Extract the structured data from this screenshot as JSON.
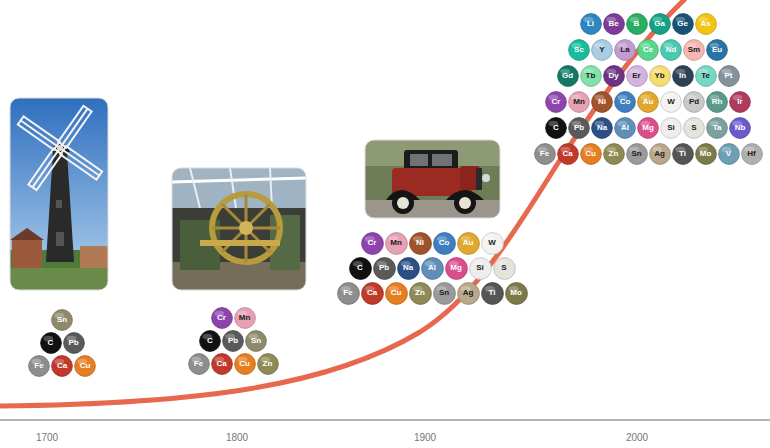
{
  "diagram": {
    "nodes": [
      {
        "text": [
          "Sn"
        ]
      },
      {
        "text": [
          "C"
        ]
      },
      {
        "text": [
          "Pb"
        ]
      },
      {
        "text": [
          "Fe"
        ]
      },
      {
        "text": [
          "Ca"
        ]
      },
      {
        "text": [
          "Cu"
        ]
      },
      {
        "text": [
          "Cr"
        ]
      },
      {
        "text": [
          "Mn"
        ]
      },
      {
        "text": [
          "C"
        ]
      },
      {
        "text": [
          "Pb"
        ]
      },
      {
        "text": [
          "Sn"
        ]
      },
      {
        "text": [
          "Fe"
        ]
      },
      {
        "text": [
          "Ca"
        ]
      },
      {
        "text": [
          "Cu"
        ]
      },
      {
        "text": [
          "Zn"
        ]
      },
      {
        "text": [
          "Cr"
        ]
      },
      {
        "text": [
          "Mn"
        ]
      },
      {
        "text": [
          "Ni"
        ]
      },
      {
        "text": [
          "Co"
        ]
      },
      {
        "text": [
          "Au"
        ]
      },
      {
        "text": [
          "W"
        ]
      },
      {
        "text": [
          "C"
        ]
      },
      {
        "text": [
          "Pb"
        ]
      },
      {
        "text": [
          "Na"
        ]
      },
      {
        "text": [
          "Al"
        ]
      },
      {
        "text": [
          "Mg"
        ]
      },
      {
        "text": [
          "Si"
        ]
      },
      {
        "text": [
          "S"
        ]
      },
      {
        "text": [
          "Fe"
        ]
      },
      {
        "text": [
          "Ca"
        ]
      },
      {
        "text": [
          "Cu"
        ]
      },
      {
        "text": [
          "Zn"
        ]
      },
      {
        "text": [
          "Sn"
        ]
      },
      {
        "text": [
          "Ag"
        ]
      },
      {
        "text": [
          "Ti"
        ]
      },
      {
        "text": [
          "Mo"
        ]
      },
      {
        "text": [
          "Li"
        ]
      },
      {
        "text": [
          "Be"
        ]
      },
      {
        "text": [
          "B"
        ]
      },
      {
        "text": [
          "Ga"
        ]
      },
      {
        "text": [
          "Ge"
        ]
      },
      {
        "text": [
          "As"
        ]
      },
      {
        "text": [
          "Sc"
        ]
      },
      {
        "text": [
          "Y"
        ]
      },
      {
        "text": [
          "La"
        ]
      },
      {
        "text": [
          "Ce"
        ]
      },
      {
        "text": [
          "Nd"
        ]
      },
      {
        "text": [
          "Sm"
        ]
      },
      {
        "text": [
          "Eu"
        ]
      },
      {
        "text": [
          "Gd"
        ]
      },
      {
        "text": [
          "Tb"
        ]
      },
      {
        "text": [
          "Dy"
        ]
      },
      {
        "text": [
          "Er"
        ]
      },
      {
        "text": [
          "Yb"
        ]
      },
      {
        "text": [
          "In"
        ]
      },
      {
        "text": [
          "Te"
        ]
      },
      {
        "text": [
          "Pt"
        ]
      },
      {
        "text": [
          "Cr"
        ]
      },
      {
        "text": [
          "Mn"
        ]
      },
      {
        "text": [
          "Ni"
        ]
      },
      {
        "text": [
          "Co"
        ]
      },
      {
        "text": [
          "Au"
        ]
      },
      {
        "text": [
          "W"
        ]
      },
      {
        "text": [
          "Pd"
        ]
      },
      {
        "text": [
          "Rh"
        ]
      },
      {
        "text": [
          "Ir"
        ]
      },
      {
        "text": [
          "C"
        ]
      },
      {
        "text": [
          "Pb"
        ]
      },
      {
        "text": [
          "Na"
        ]
      },
      {
        "text": [
          "Al"
        ]
      },
      {
        "text": [
          "Mg"
        ]
      },
      {
        "text": [
          "Si"
        ]
      },
      {
        "text": [
          "S"
        ]
      },
      {
        "text": [
          "Ta"
        ]
      },
      {
        "text": [
          "Nb"
        ]
      },
      {
        "text": [
          "Fe"
        ]
      },
      {
        "text": [
          "Ca"
        ]
      },
      {
        "text": [
          "Cu"
        ]
      },
      {
        "text": [
          "Zn"
        ]
      },
      {
        "text": [
          "Sn"
        ]
      },
      {
        "text": [
          "Ag"
        ]
      },
      {
        "text": [
          "Ti"
        ]
      },
      {
        "text": [
          "Mo"
        ]
      },
      {
        "text": [
          "V"
        ]
      },
      {
        "text": [
          "Hf"
        ]
      }
    ],
    "labels": [
      "1700",
      "1800",
      "1900",
      "2000"
    ]
  }
}
